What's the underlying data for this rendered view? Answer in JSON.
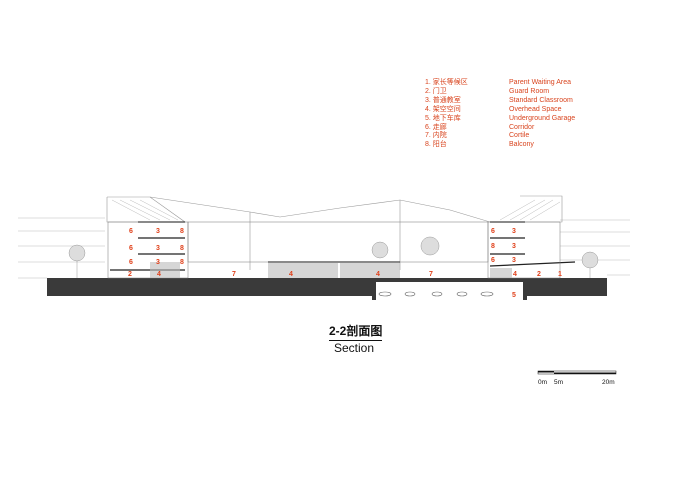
{
  "legend": [
    {
      "cn": "1. 家长等候区",
      "en": "Parent Waiting Area"
    },
    {
      "cn": "2. 门卫",
      "en": "Guard Room"
    },
    {
      "cn": "3. 普通教室",
      "en": "Standard Classroom"
    },
    {
      "cn": "4. 架空空间",
      "en": "Overhead Space"
    },
    {
      "cn": "5. 地下车库",
      "en": "Underground Garage"
    },
    {
      "cn": "6. 走廊",
      "en": "Corridor"
    },
    {
      "cn": "7. 内院",
      "en": "Cortile"
    },
    {
      "cn": "8. 阳台",
      "en": "Balcony"
    }
  ],
  "labels": {
    "n1": "1",
    "n2": "2",
    "n3": "3",
    "n4": "4",
    "n5": "5",
    "n6": "6",
    "n7": "7",
    "n8": "8"
  },
  "title": "2-2剖面图",
  "subtitle": "Section",
  "scale_bar": {
    "ticks": [
      "0m",
      "5m",
      "20m"
    ]
  },
  "colors": {
    "label": "#e0401a",
    "slab": "#3a3a3a"
  }
}
